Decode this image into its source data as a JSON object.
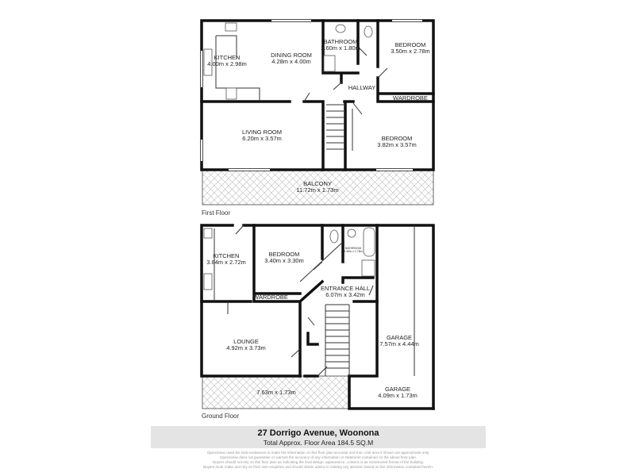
{
  "first_floor": {
    "label": "First Floor",
    "rooms": [
      {
        "name": "KITCHEN",
        "size": "4.00m x 2.98m"
      },
      {
        "name": "DINING ROOM",
        "size": "4.28m x 4.00m"
      },
      {
        "name": "BATHROOM",
        "size": "2.60m x 1.80m"
      },
      {
        "name": "BEDROOM",
        "size": "3.50m x 2.78m"
      },
      {
        "name": "WARDROBE",
        "size": ""
      },
      {
        "name": "HALLWAY",
        "size": ""
      },
      {
        "name": "LIVING ROOM",
        "size": "6.20m x 3.57m"
      },
      {
        "name": "BEDROOM",
        "size": "3.82m x 3.57m"
      },
      {
        "name": "BALCONY",
        "size": "11.72m x 1.73m"
      }
    ]
  },
  "ground_floor": {
    "label": "Ground Floor",
    "rooms": [
      {
        "name": "KITCHEN",
        "size": "3.84m x 2.72m"
      },
      {
        "name": "BEDROOM",
        "size": "3.40m x 3.30m"
      },
      {
        "name": "BATHROOM",
        "size": "2.90m x 1.78m"
      },
      {
        "name": "WARDROBE",
        "size": ""
      },
      {
        "name": "ENTRANCE HALL",
        "size": "6.07m x 3.42m"
      },
      {
        "name": "LOUNGE",
        "size": "4.92m x 3.73m"
      },
      {
        "name": "GARAGE",
        "size": "7.57m x 4.44m"
      },
      {
        "name": "",
        "size": "7.63m x 1.73m"
      },
      {
        "name": "GARAGE",
        "size": "4.09m x 1.73m"
      }
    ]
  },
  "footer": {
    "address": "27 Dorrigo Avenue, Woonona",
    "total_area": "Total Approx. Floor Area 184.5  SQ.M",
    "disclaimer": [
      "Open2view used the best endeavors to make the information on this floor plan accurate and true. Unit area if shown are approximate only.",
      "Open2view does not guarantee or warrant the accuracy of any information or statement contained on the above floor plan.",
      "Buyers should not rely on this floor plan as indicating the final design, appearance, content or as constructed format of the building.",
      "Buyers must make and rely on their own enquiries and should obtain advice in making any decision based on the information contained herein."
    ]
  }
}
